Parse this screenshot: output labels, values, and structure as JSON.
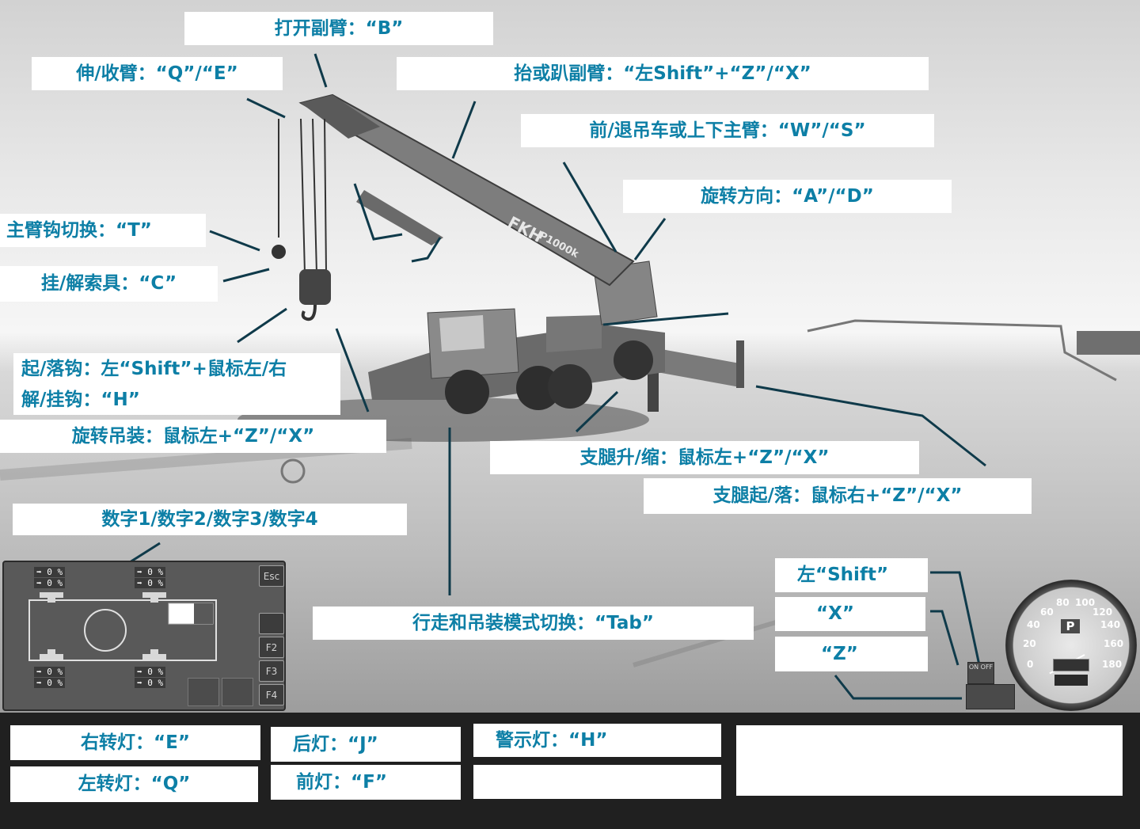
{
  "labels": {
    "open_jib": "打开副臂：“B”",
    "extend_boom": "伸/收臂：“Q”/“E”",
    "raise_jib": "抬或趴副臂：“左Shift”+“Z”/“X”",
    "move_or_luff": "前/退吊车或上下主臂：“W”/“S”",
    "rotate_dir": "旋转方向：“A”/“D”",
    "hook_switch": "主臂钩切换：“T”",
    "rigging": "挂/解索具：“C”",
    "hoist_line1": "起/落钩：左“Shift”+鼠标左/右",
    "hoist_line2": "解/挂钩：“H”",
    "slew": "旋转吊装：鼠标左+“Z”/“X”",
    "outrigger_extend": "支腿升/缩：鼠标左+“Z”/“X”",
    "outrigger_raise": "支腿起/落：鼠标右+“Z”/“X”",
    "digits": "数字1/数字2/数字3/数字4",
    "mode_switch": "行走和吊装模式切换：“Tab”",
    "key_shift": "左“Shift”",
    "key_x": "“X”",
    "key_z": "“Z”",
    "right_turn": "右转灯：“E”",
    "left_turn": "左转灯：“Q”",
    "rear_light": "后灯：“J”",
    "front_light": "前灯：“F”",
    "warning_light": "警示灯：“H”",
    "empty_1": "",
    "empty_2": ""
  },
  "crane": {
    "brand": "FKH",
    "model": "P1000k"
  },
  "hud": {
    "outriggers": [
      {
        "top": "0 %",
        "bottom": "0 %"
      },
      {
        "top": "0 %",
        "bottom": "0 %"
      },
      {
        "top": "0 %",
        "bottom": "0 %"
      },
      {
        "top": "0 %",
        "bottom": "0 %"
      }
    ],
    "buttons": [
      "Esc",
      "",
      "F2",
      "F3",
      "F4"
    ]
  },
  "gauge": {
    "gear": "P",
    "ticks": [
      "0",
      "20",
      "40",
      "60",
      "80",
      "100",
      "120",
      "140",
      "160",
      "180"
    ],
    "onoff": "ON OFF"
  },
  "colors": {
    "accent": "#0d7fa6",
    "line": "#0f3a4a"
  },
  "icons": [
    "arrow-right-icon",
    "fuel-icon",
    "warning-icon"
  ]
}
